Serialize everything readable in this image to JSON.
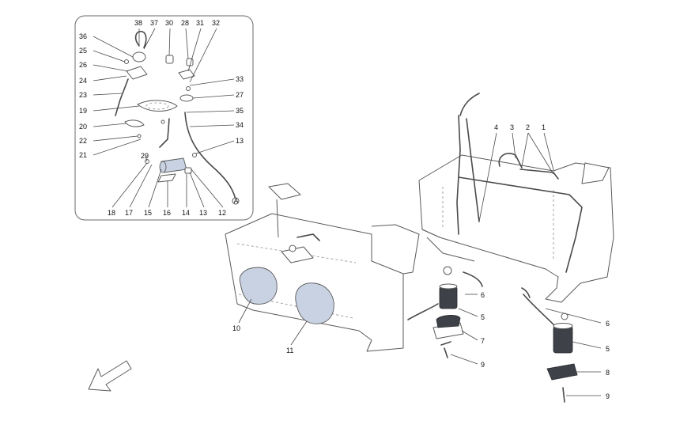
{
  "diagram": {
    "callouts_main": [
      "1",
      "2",
      "3",
      "4",
      "5",
      "5",
      "6",
      "6",
      "7",
      "8",
      "9",
      "9",
      "10",
      "11"
    ],
    "callouts_inset": [
      "38",
      "37",
      "30",
      "28",
      "31",
      "32",
      "36",
      "25",
      "26",
      "24",
      "23",
      "19",
      "20",
      "22",
      "21",
      "33",
      "27",
      "35",
      "34",
      "13",
      "29",
      "18",
      "17",
      "15",
      "16",
      "14",
      "13",
      "12"
    ],
    "connector_marker": "A",
    "direction_arrow_icon": "forward-direction-arrow-icon",
    "colors": {
      "tank_fill": "#c9d2e3",
      "line": "#5a5a5a",
      "pump_dark": "#3e4148"
    }
  }
}
